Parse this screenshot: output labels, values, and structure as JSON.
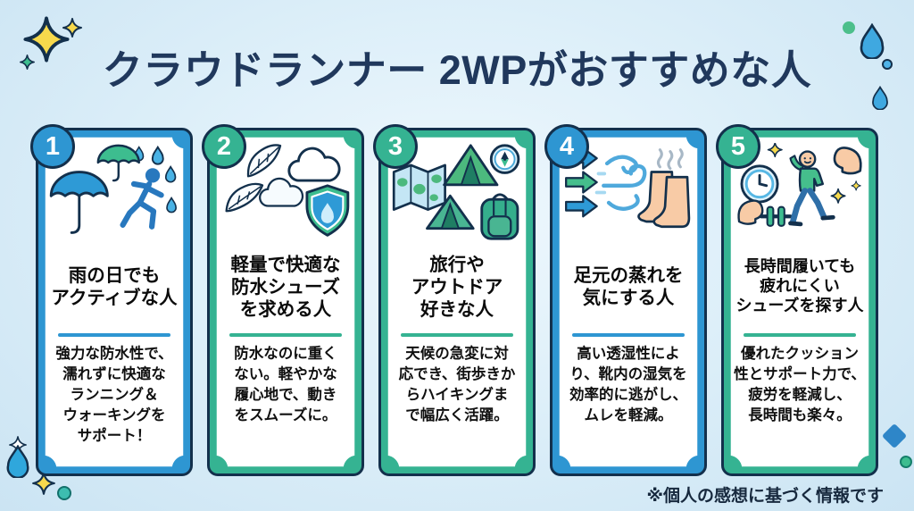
{
  "title": "クラウドランナー 2WPがおすすめな人",
  "footer": {
    "note": "※個人の感想に基づく情報です"
  },
  "colors": {
    "outline_navy": "#13304C",
    "title_navy": "#20385C",
    "accent_blue": "#2E96D2",
    "accent_green": "#35B392",
    "background": "#DDEFF9",
    "sparkle_yellow": "#F7D94C",
    "drop_blue": "#3FA8E0"
  },
  "cards": [
    {
      "number": "1",
      "theme": "blue",
      "icon": "umbrella-rain-runner-icon",
      "heading": "雨の日でも\nアクティブな人",
      "body": "強力な防水性で、\n濡れずに快適な\nランニング＆\nウォーキングを\nサポート！"
    },
    {
      "number": "2",
      "theme": "green",
      "icon": "feather-cloud-shield-icon",
      "heading": "軽量で快適な\n防水シューズ\nを求める人",
      "body": "防水なのに重く\nない。軽やかな\n履心地で、動き\nをスムーズに。"
    },
    {
      "number": "3",
      "theme": "green",
      "icon": "map-tent-compass-backpack-icon",
      "heading": "旅行や\nアウトドア\n好きな人",
      "body": "天候の急変に対\n応でき、街歩きか\nらハイキングま\nで幅広く活躍。"
    },
    {
      "number": "4",
      "theme": "blue",
      "icon": "airflow-feet-icon",
      "heading": "足元の蒸れを\n気にする人",
      "body": "高い透湿性によ\nり、靴内の湿気を\n効率的に逃がし、\nムレを軽減。"
    },
    {
      "number": "5",
      "theme": "green",
      "icon": "clock-walker-muscle-icon",
      "heading": "長時間履いても\n疲れにくい\nシューズを探す人",
      "body": "優れたクッション\n性とサポート力で、\n疲労を軽減し、\n長時間も楽々。"
    }
  ]
}
